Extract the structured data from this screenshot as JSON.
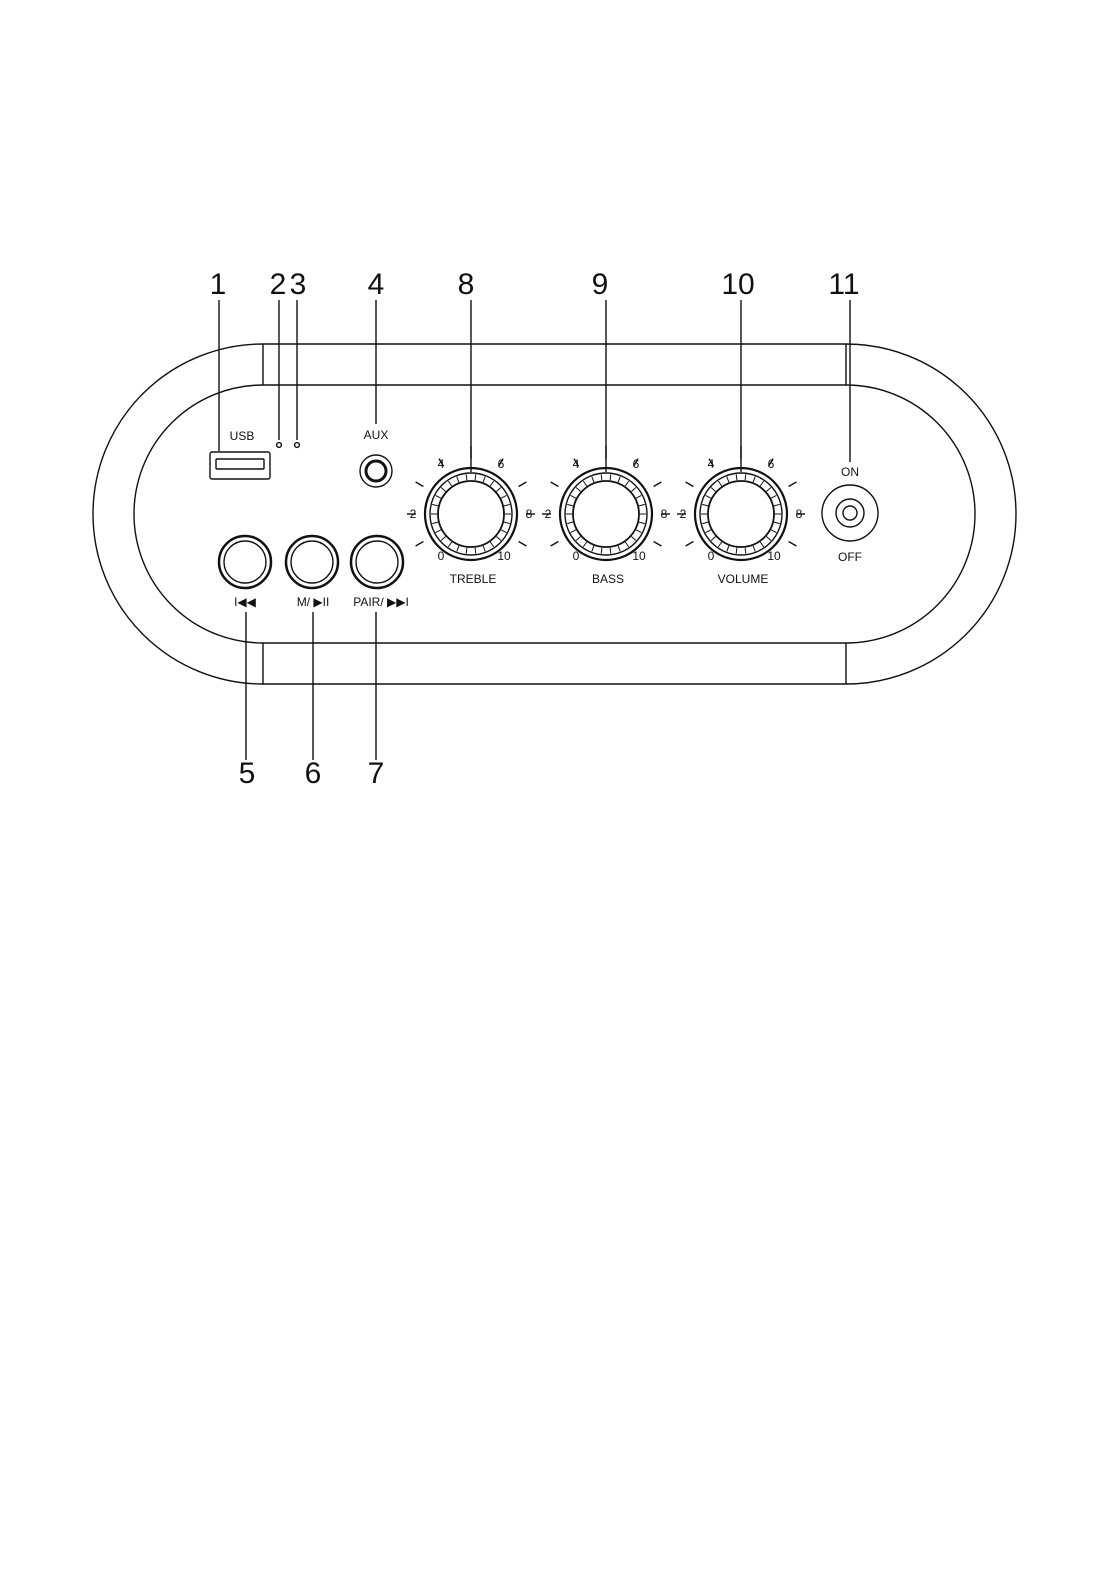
{
  "callouts": [
    "1",
    "2",
    "3",
    "4",
    "5",
    "6",
    "7",
    "8",
    "9",
    "10",
    "11"
  ],
  "ports": {
    "usb_label": "USB",
    "aux_label": "AUX"
  },
  "buttons": [
    {
      "id": "prev",
      "label": "I◀◀"
    },
    {
      "id": "mode-play",
      "label": "M/ ▶II"
    },
    {
      "id": "pair-next",
      "label": "PAIR/ ▶▶I"
    }
  ],
  "knobs": [
    {
      "id": "treble",
      "label": "TREBLE"
    },
    {
      "id": "bass",
      "label": "BASS"
    },
    {
      "id": "volume",
      "label": "VOLUME"
    }
  ],
  "knob_scale": [
    "0",
    "2",
    "4",
    "6",
    "8",
    "10"
  ],
  "power": {
    "on_label": "ON",
    "off_label": "OFF"
  },
  "colors": {
    "line": "#111111",
    "background": "#ffffff"
  }
}
